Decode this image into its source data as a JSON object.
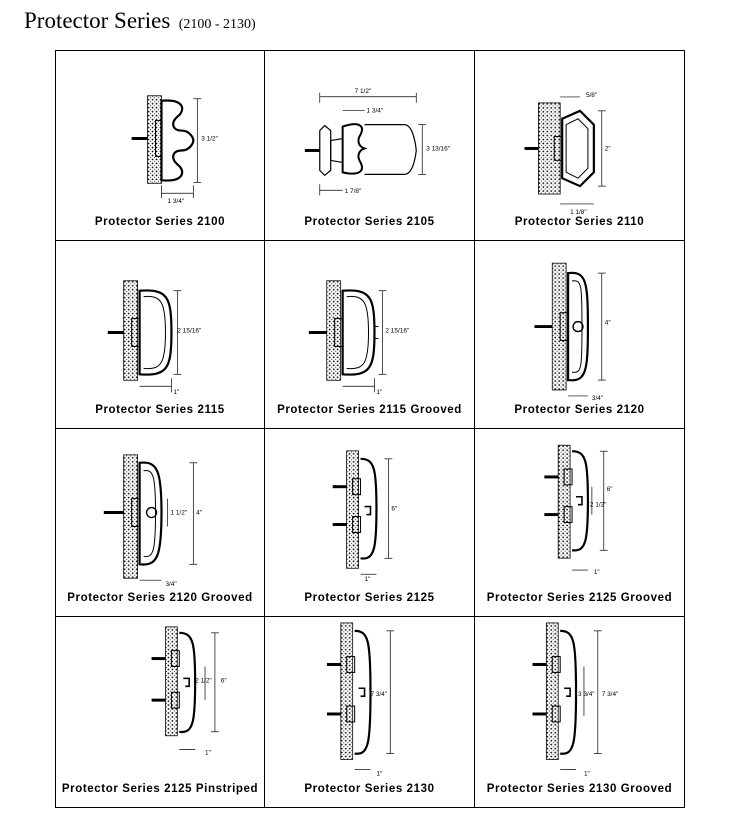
{
  "header": {
    "title": "Protector Series",
    "range": "(2100 - 2130)"
  },
  "cells": [
    {
      "caption": "Protector Series 2100",
      "dims": [
        "3 1/2\"",
        "1 3/4\""
      ]
    },
    {
      "caption": "Protector Series 2105",
      "dims": [
        "7 1/2\"",
        "1 3/4\"",
        "3 13/16\"",
        "1 7/8\""
      ]
    },
    {
      "caption": "Protector Series 2110",
      "dims": [
        "5/8\"",
        "2\"",
        "1 1/8\""
      ]
    },
    {
      "caption": "Protector Series 2115",
      "dims": [
        "2 15/16\"",
        "1\""
      ]
    },
    {
      "caption": "Protector Series 2115 Grooved",
      "dims": [
        "2 15/16\"",
        "1\""
      ]
    },
    {
      "caption": "Protector Series 2120",
      "dims": [
        "4\"",
        "3/4\""
      ]
    },
    {
      "caption": "Protector Series 2120 Grooved",
      "dims": [
        "1 1/2\"",
        "4\"",
        "3/4\""
      ]
    },
    {
      "caption": "Protector Series 2125",
      "dims": [
        "6\"",
        "1\""
      ]
    },
    {
      "caption": "Protector Series 2125 Grooved",
      "dims": [
        "6\"",
        "2 1/2\"",
        "1\""
      ]
    },
    {
      "caption": "Protector Series 2125 Pinstriped",
      "dims": [
        "2 1/2\"",
        "6\"",
        "1\""
      ]
    },
    {
      "caption": "Protector Series 2130",
      "dims": [
        "7 3/4\"",
        "1\""
      ]
    },
    {
      "caption": "Protector Series 2130 Grooved",
      "dims": [
        "3 3/4\"",
        "7 3/4\"",
        "1\""
      ]
    }
  ]
}
